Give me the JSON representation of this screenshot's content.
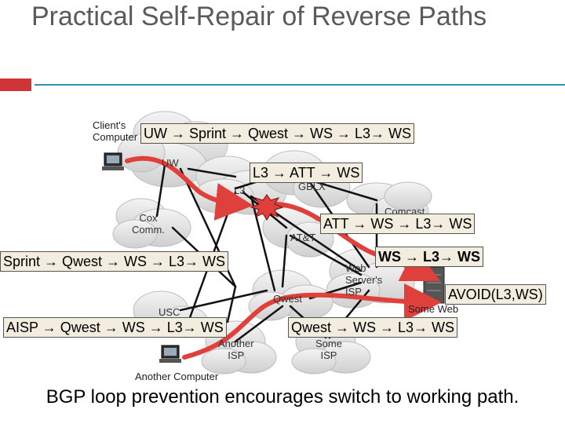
{
  "title": "Practical Self-Repair of Reverse Paths",
  "colors": {
    "accent_red": "#d13438",
    "accent_blue": "#3a8bb9",
    "arrow_red": "#e0403c",
    "label_bg": "#f3ede0"
  },
  "nodes": {
    "clients_computer": "Client's\nComputer",
    "another_computer": "Another Computer",
    "some_web": "Some Web"
  },
  "clouds": {
    "uw": "UW",
    "l3": "L3",
    "gblx": "GBLX",
    "cox": "Cox\nComm.",
    "att": "AT&T",
    "qwest": "Qwest",
    "comcast": "Comcast",
    "web_isp": "Web\nServer's\nISP",
    "usc": "USC",
    "another_isp": "Another\nISP",
    "some_isp": "Some\nISP"
  },
  "paths": {
    "uw_path": "UW → Sprint → Qwest → WS → L3→ WS",
    "l3_path": "L3 → ATT → WS",
    "att_path": "ATT → WS → L3→ WS",
    "sprint_path": "Sprint → Qwest → WS → L3→ WS",
    "ws_path": "WS → L3→ WS",
    "avoid": "AVOID(L3,WS)",
    "aisp_path": "AISP → Qwest → WS → L3→ WS",
    "qwest_path": "Qwest → WS → L3→ WS"
  },
  "footer": "BGP loop prevention encourages switch to working path."
}
